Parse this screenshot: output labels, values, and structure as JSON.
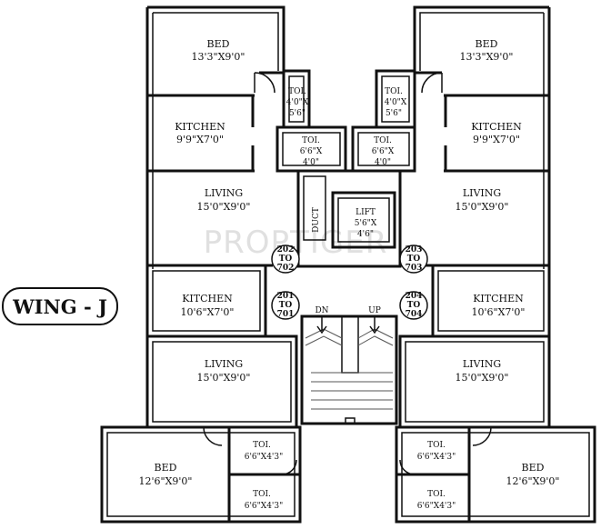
{
  "wing_label": "WING - J",
  "watermark": "PROPTIGER",
  "rooms": {
    "bed_top_left": {
      "name": "BED",
      "dim": "13'3\"X9'0\""
    },
    "bed_top_right": {
      "name": "BED",
      "dim": "13'3\"X9'0\""
    },
    "toi_top_left": {
      "name": "TOI.",
      "dim1": "4'0\"X",
      "dim2": "5'6\""
    },
    "toi_top_right": {
      "name": "TOI.",
      "dim1": "4'0\"X",
      "dim2": "5'6\""
    },
    "kitchen_top_left": {
      "name": "KITCHEN",
      "dim": "9'9\"X7'0\""
    },
    "kitchen_top_right": {
      "name": "KITCHEN",
      "dim": "9'9\"X7'0\""
    },
    "toi_mid_left": {
      "name": "TOI.",
      "dim1": "6'6\"X",
      "dim2": "4'0\""
    },
    "toi_mid_right": {
      "name": "TOI.",
      "dim1": "6'6\"X",
      "dim2": "4'0\""
    },
    "living_top_left": {
      "name": "LIVING",
      "dim": "15'0\"X9'0\""
    },
    "living_top_right": {
      "name": "LIVING",
      "dim": "15'0\"X9'0\""
    },
    "duct": {
      "name": "DUCT"
    },
    "lift": {
      "name": "LIFT",
      "dim1": "5'6\"X",
      "dim2": "4'6\""
    },
    "kitchen_low_left": {
      "name": "KITCHEN",
      "dim": "10'6\"X7'0\""
    },
    "kitchen_low_right": {
      "name": "KITCHEN",
      "dim": "10'6\"X7'0\""
    },
    "living_low_left": {
      "name": "LIVING",
      "dim": "15'0\"X9'0\""
    },
    "living_low_right": {
      "name": "LIVING",
      "dim": "15'0\"X9'0\""
    },
    "bed_low_left": {
      "name": "BED",
      "dim": "12'6\"X9'0\""
    },
    "bed_low_right": {
      "name": "BED",
      "dim": "12'6\"X9'0\""
    },
    "toi_low_left_a": {
      "name": "TOI.",
      "dim": "6'6\"X4'3\""
    },
    "toi_low_left_b": {
      "name": "TOI.",
      "dim": "6'6\"X4'3\""
    },
    "toi_low_right_a": {
      "name": "TOI.",
      "dim": "6'6\"X4'3\""
    },
    "toi_low_right_b": {
      "name": "TOI.",
      "dim": "6'6\"X4'3\""
    }
  },
  "stairs": {
    "down": "DN",
    "up": "UP"
  },
  "flat_tags": {
    "f202": {
      "a": "202",
      "b": "TO",
      "c": "702"
    },
    "f203": {
      "a": "203",
      "b": "TO",
      "c": "703"
    },
    "f201": {
      "a": "201",
      "b": "TO",
      "c": "701"
    },
    "f204": {
      "a": "204",
      "b": "TO",
      "c": "704"
    }
  }
}
